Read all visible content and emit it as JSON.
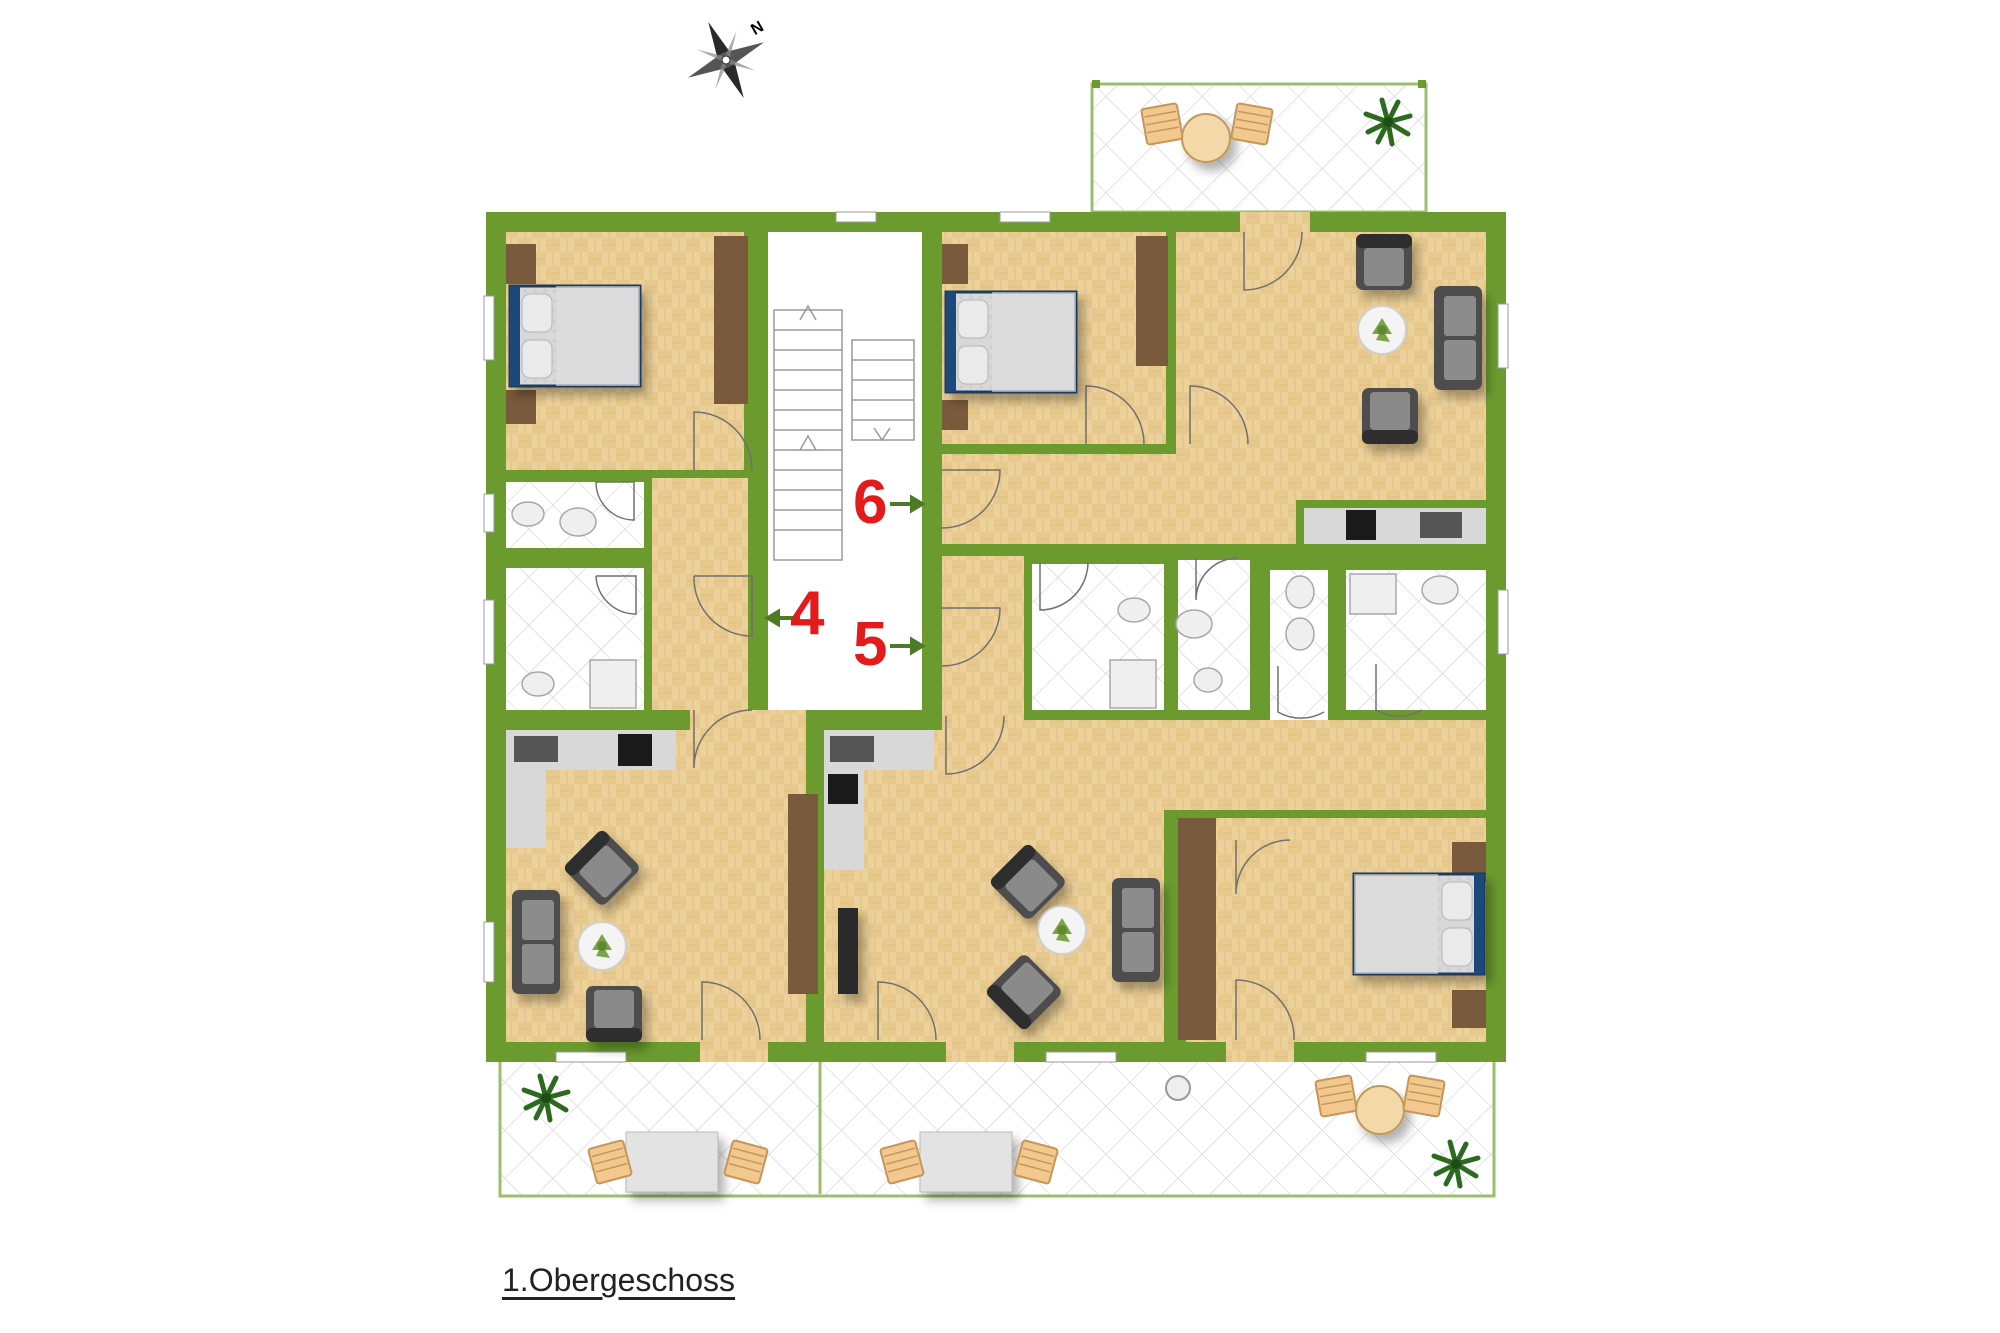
{
  "floor": {
    "title": "1.Obergeschoss"
  },
  "compass": {
    "north_label": "N",
    "icon": "compass-rose-icon"
  },
  "apartments": [
    {
      "label": "4",
      "entrance": "left"
    },
    {
      "label": "5",
      "entrance": "right"
    },
    {
      "label": "6",
      "entrance": "right"
    }
  ],
  "colors": {
    "wall": "#6b9b2f",
    "floor_wood": "#ecd19b",
    "floor_tile": "#ffffff",
    "furniture_dark": "#5c5c5c",
    "label_red": "#e31b1b",
    "arrow_green": "#4d7a25"
  }
}
